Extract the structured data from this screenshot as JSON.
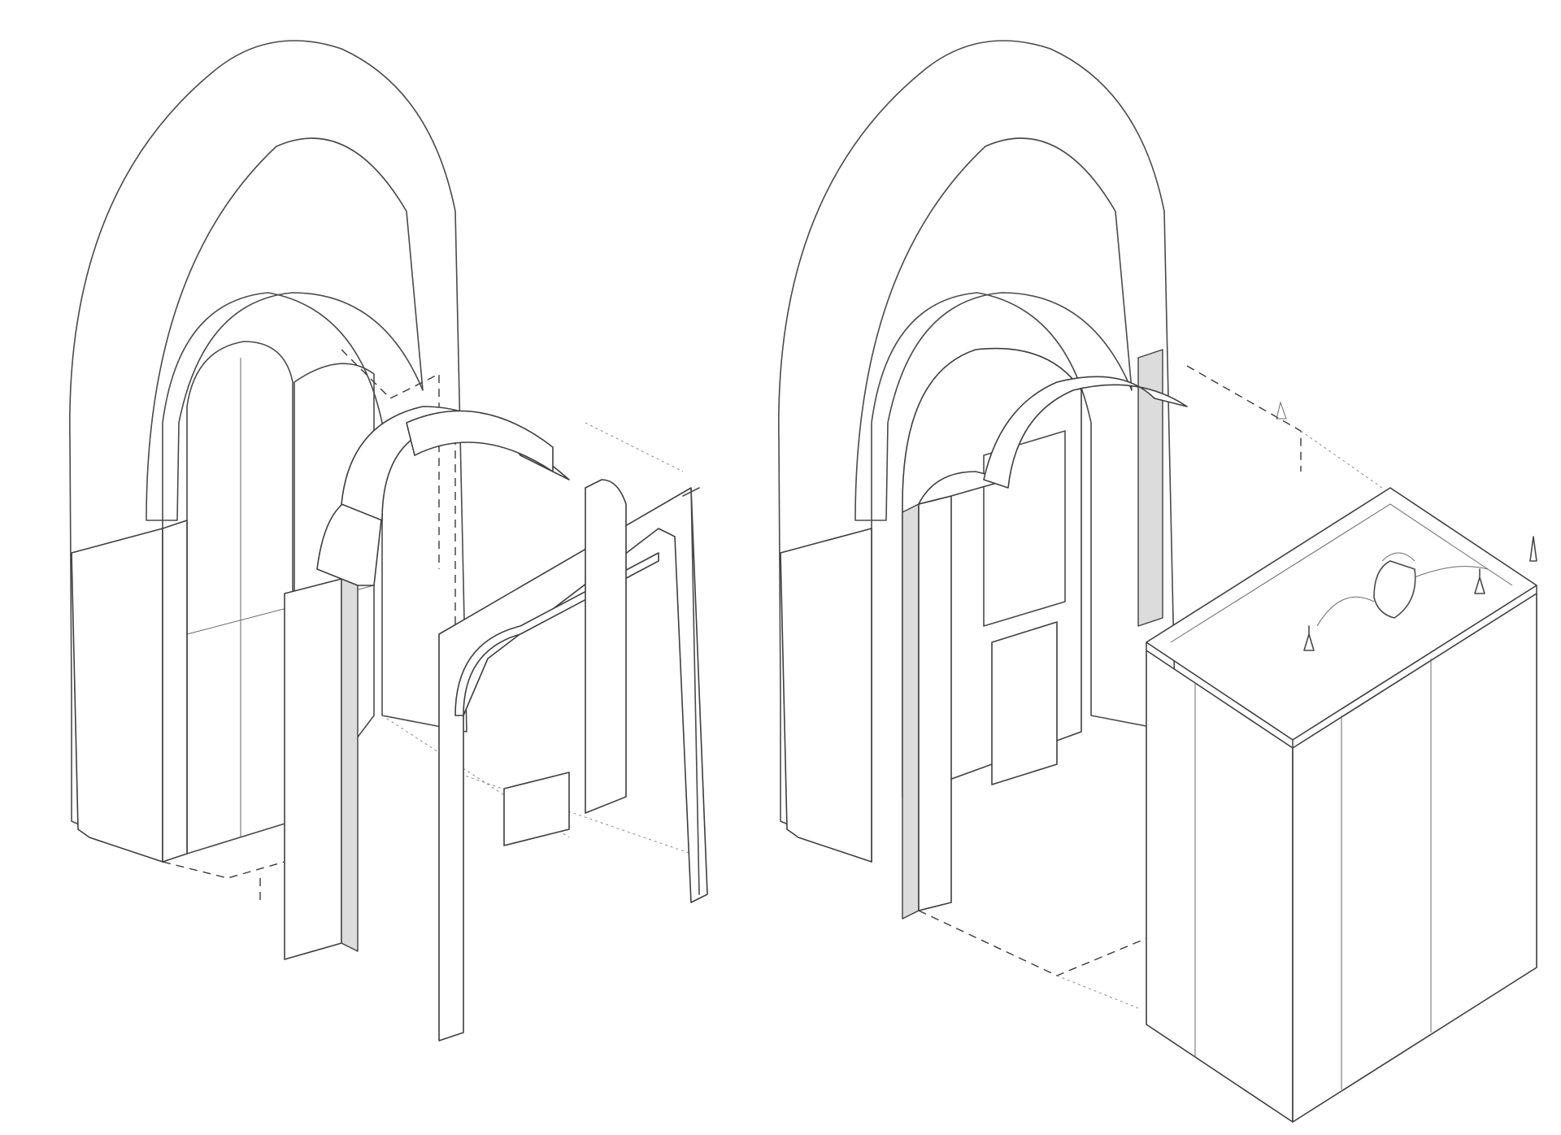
{
  "figures": [
    {
      "id": "left",
      "name": "portal-exploded-arch-frame"
    },
    {
      "id": "right",
      "name": "portal-exploded-panelled-box"
    }
  ],
  "colors": {
    "line": "#3e3e3e",
    "ornament": "#8c8c8c",
    "shade": "#dcdcdc",
    "lattice": "#cfcfcf",
    "background": "#ffffff"
  }
}
